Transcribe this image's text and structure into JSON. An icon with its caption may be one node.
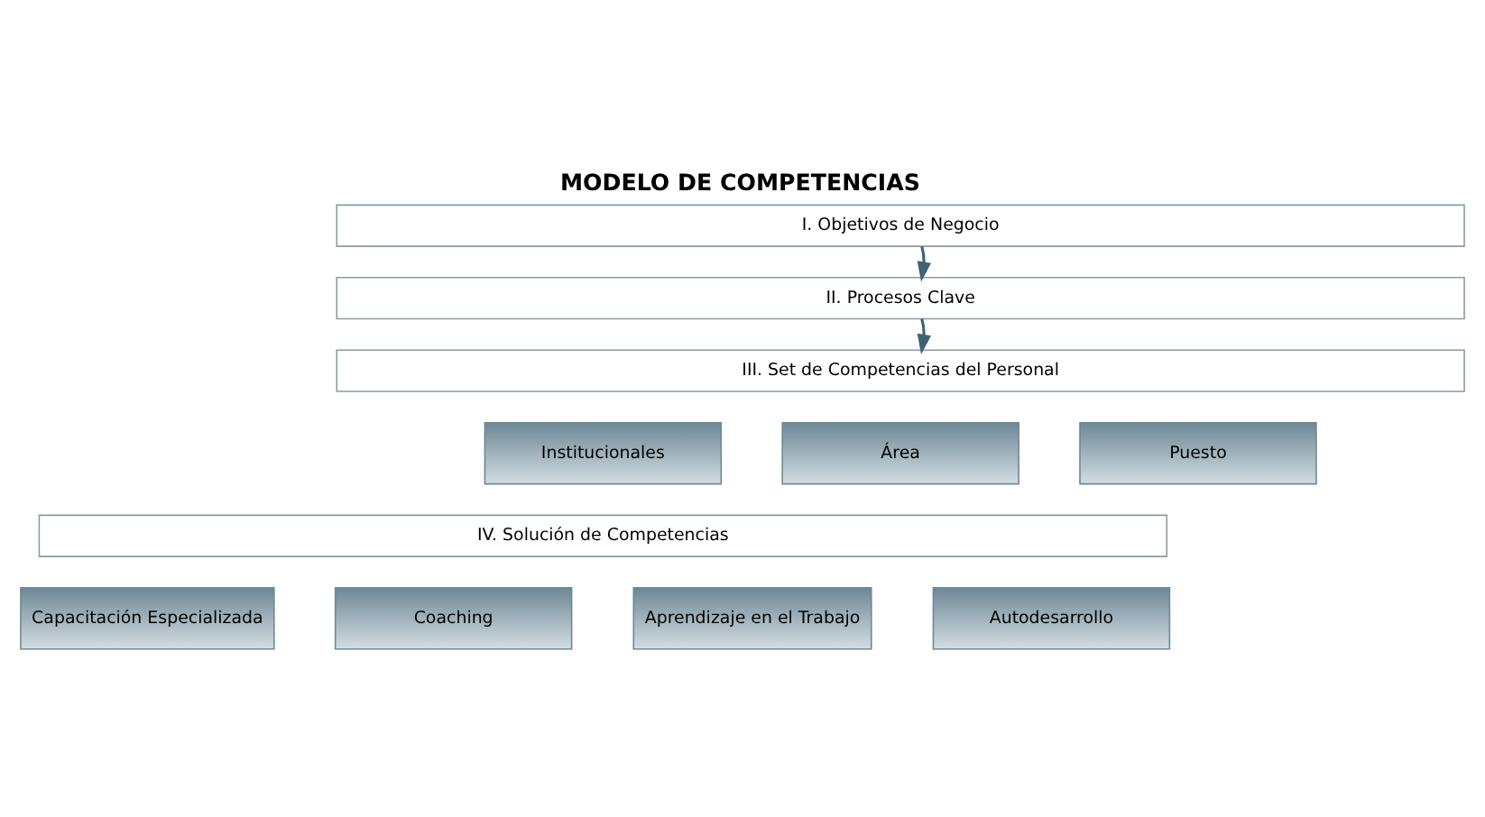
{
  "diagram": {
    "title": "MODELO DE COMPETENCIAS",
    "nodes": [
      {
        "text": [
          "I. Objetivos de Negocio"
        ]
      },
      {
        "text": [
          "II. Procesos Clave"
        ]
      },
      {
        "text": [
          "III. Set de Competencias del Personal"
        ]
      },
      {
        "text": [
          "Institucionales"
        ]
      },
      {
        "text": [
          "Área"
        ]
      },
      {
        "text": [
          "Puesto"
        ]
      },
      {
        "text": [
          "IV. Solución de Competencias"
        ]
      },
      {
        "text": [
          "Capacitación Especializada"
        ]
      },
      {
        "text": [
          "Coaching"
        ]
      },
      {
        "text": [
          "Aprendizaje en el Trabajo"
        ]
      },
      {
        "text": [
          "Autodesarrollo"
        ]
      }
    ],
    "edges": [
      {
        "from": 0,
        "to": 1,
        "arrow": "to"
      },
      {
        "from": 1,
        "to": 2,
        "arrow": "to"
      }
    ]
  }
}
